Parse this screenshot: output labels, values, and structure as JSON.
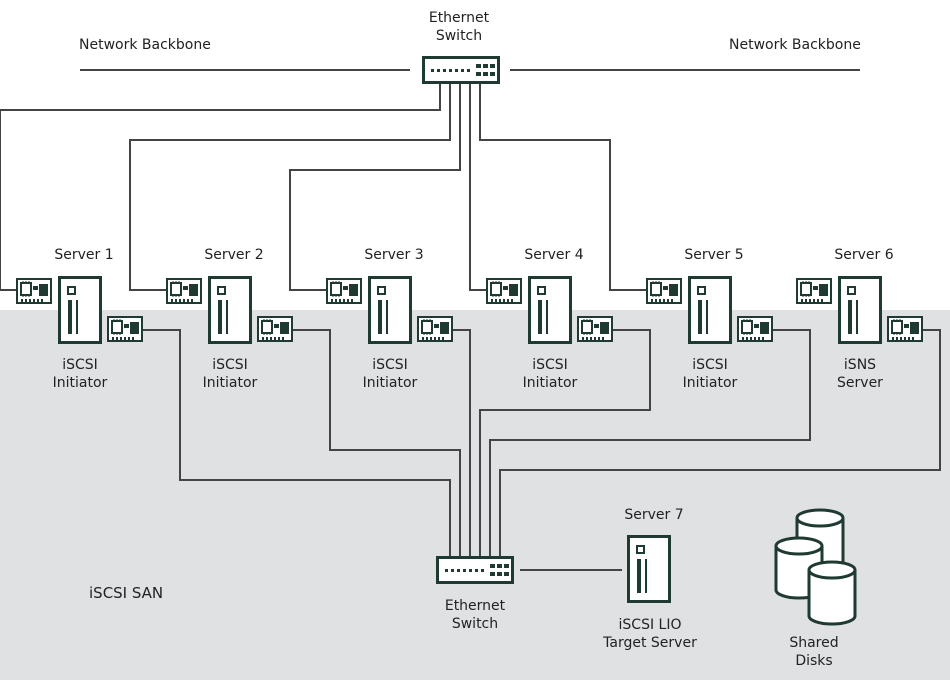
{
  "backbone": {
    "left_label": "Network Backbone",
    "right_label": "Network Backbone"
  },
  "top_switch": {
    "line1": "Ethernet",
    "line2": "Switch"
  },
  "servers": [
    {
      "name": "Server 1",
      "role1": "iSCSI",
      "role2": "Initiator"
    },
    {
      "name": "Server 2",
      "role1": "iSCSI",
      "role2": "Initiator"
    },
    {
      "name": "Server 3",
      "role1": "iSCSI",
      "role2": "Initiator"
    },
    {
      "name": "Server 4",
      "role1": "iSCSI",
      "role2": "Initiator"
    },
    {
      "name": "Server 5",
      "role1": "iSCSI",
      "role2": "Initiator"
    },
    {
      "name": "Server 6",
      "role1": "iSNS",
      "role2": "Server"
    }
  ],
  "san": {
    "label": "iSCSI SAN",
    "switch": {
      "line1": "Ethernet",
      "line2": "Switch"
    },
    "target": {
      "name": "Server 7",
      "role1": "iSCSI LIO",
      "role2": "Target Server"
    },
    "disks": {
      "line1": "Shared",
      "line2": "Disks"
    }
  },
  "colors": {
    "device_outline": "#1f3a33",
    "wire": "#444444",
    "san_background": "#e0e1e3"
  },
  "icons": [
    "server-icon",
    "network-card-icon",
    "ethernet-switch-icon",
    "shared-disks-icon"
  ]
}
